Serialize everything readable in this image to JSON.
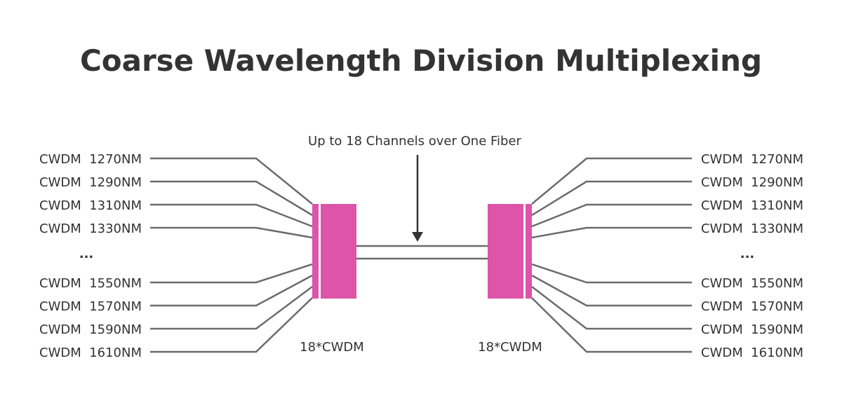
{
  "title": "Coarse Wavelength Division Multiplexing",
  "annotation": "Up to 18 Channels over One Fiber",
  "ellipsis": "...",
  "colors": {
    "mux": "#dd54a9",
    "line": "#6b6b6b",
    "text": "#333333"
  },
  "left": {
    "channels": [
      "CWDM  1270NM",
      "CWDM  1290NM",
      "CWDM  1310NM",
      "CWDM  1330NM",
      "CWDM  1550NM",
      "CWDM  1570NM",
      "CWDM  1590NM",
      "CWDM  1610NM"
    ],
    "device_label": "18*CWDM"
  },
  "right": {
    "channels": [
      "CWDM  1270NM",
      "CWDM  1290NM",
      "CWDM  1310NM",
      "CWDM  1330NM",
      "CWDM  1550NM",
      "CWDM  1570NM",
      "CWDM  1590NM",
      "CWDM  1610NM"
    ],
    "device_label": "18*CWDM"
  }
}
